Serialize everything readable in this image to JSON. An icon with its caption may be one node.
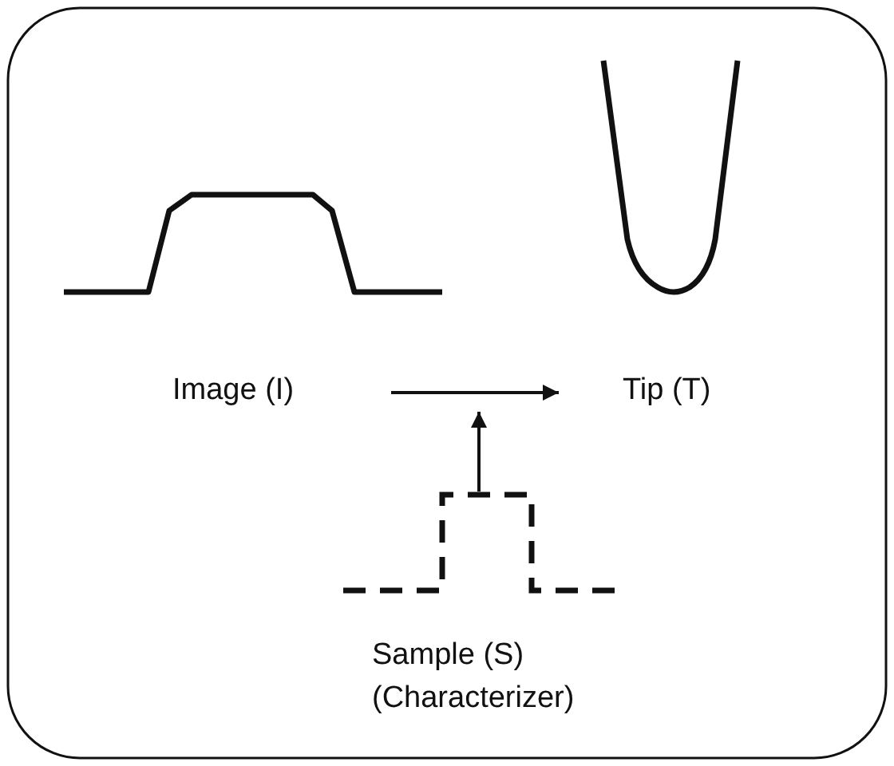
{
  "diagram": {
    "nodes": [
      {
        "text": [
          "Image (I)"
        ]
      },
      {
        "text": [
          "Tip (T)"
        ]
      },
      {
        "text": [
          "Sample (S) (Characterizer)"
        ]
      }
    ],
    "edges": [
      {
        "from": 0,
        "to": 1,
        "arrow": "to"
      },
      {
        "from": 2,
        "to": null,
        "arrow": "to"
      }
    ]
  }
}
